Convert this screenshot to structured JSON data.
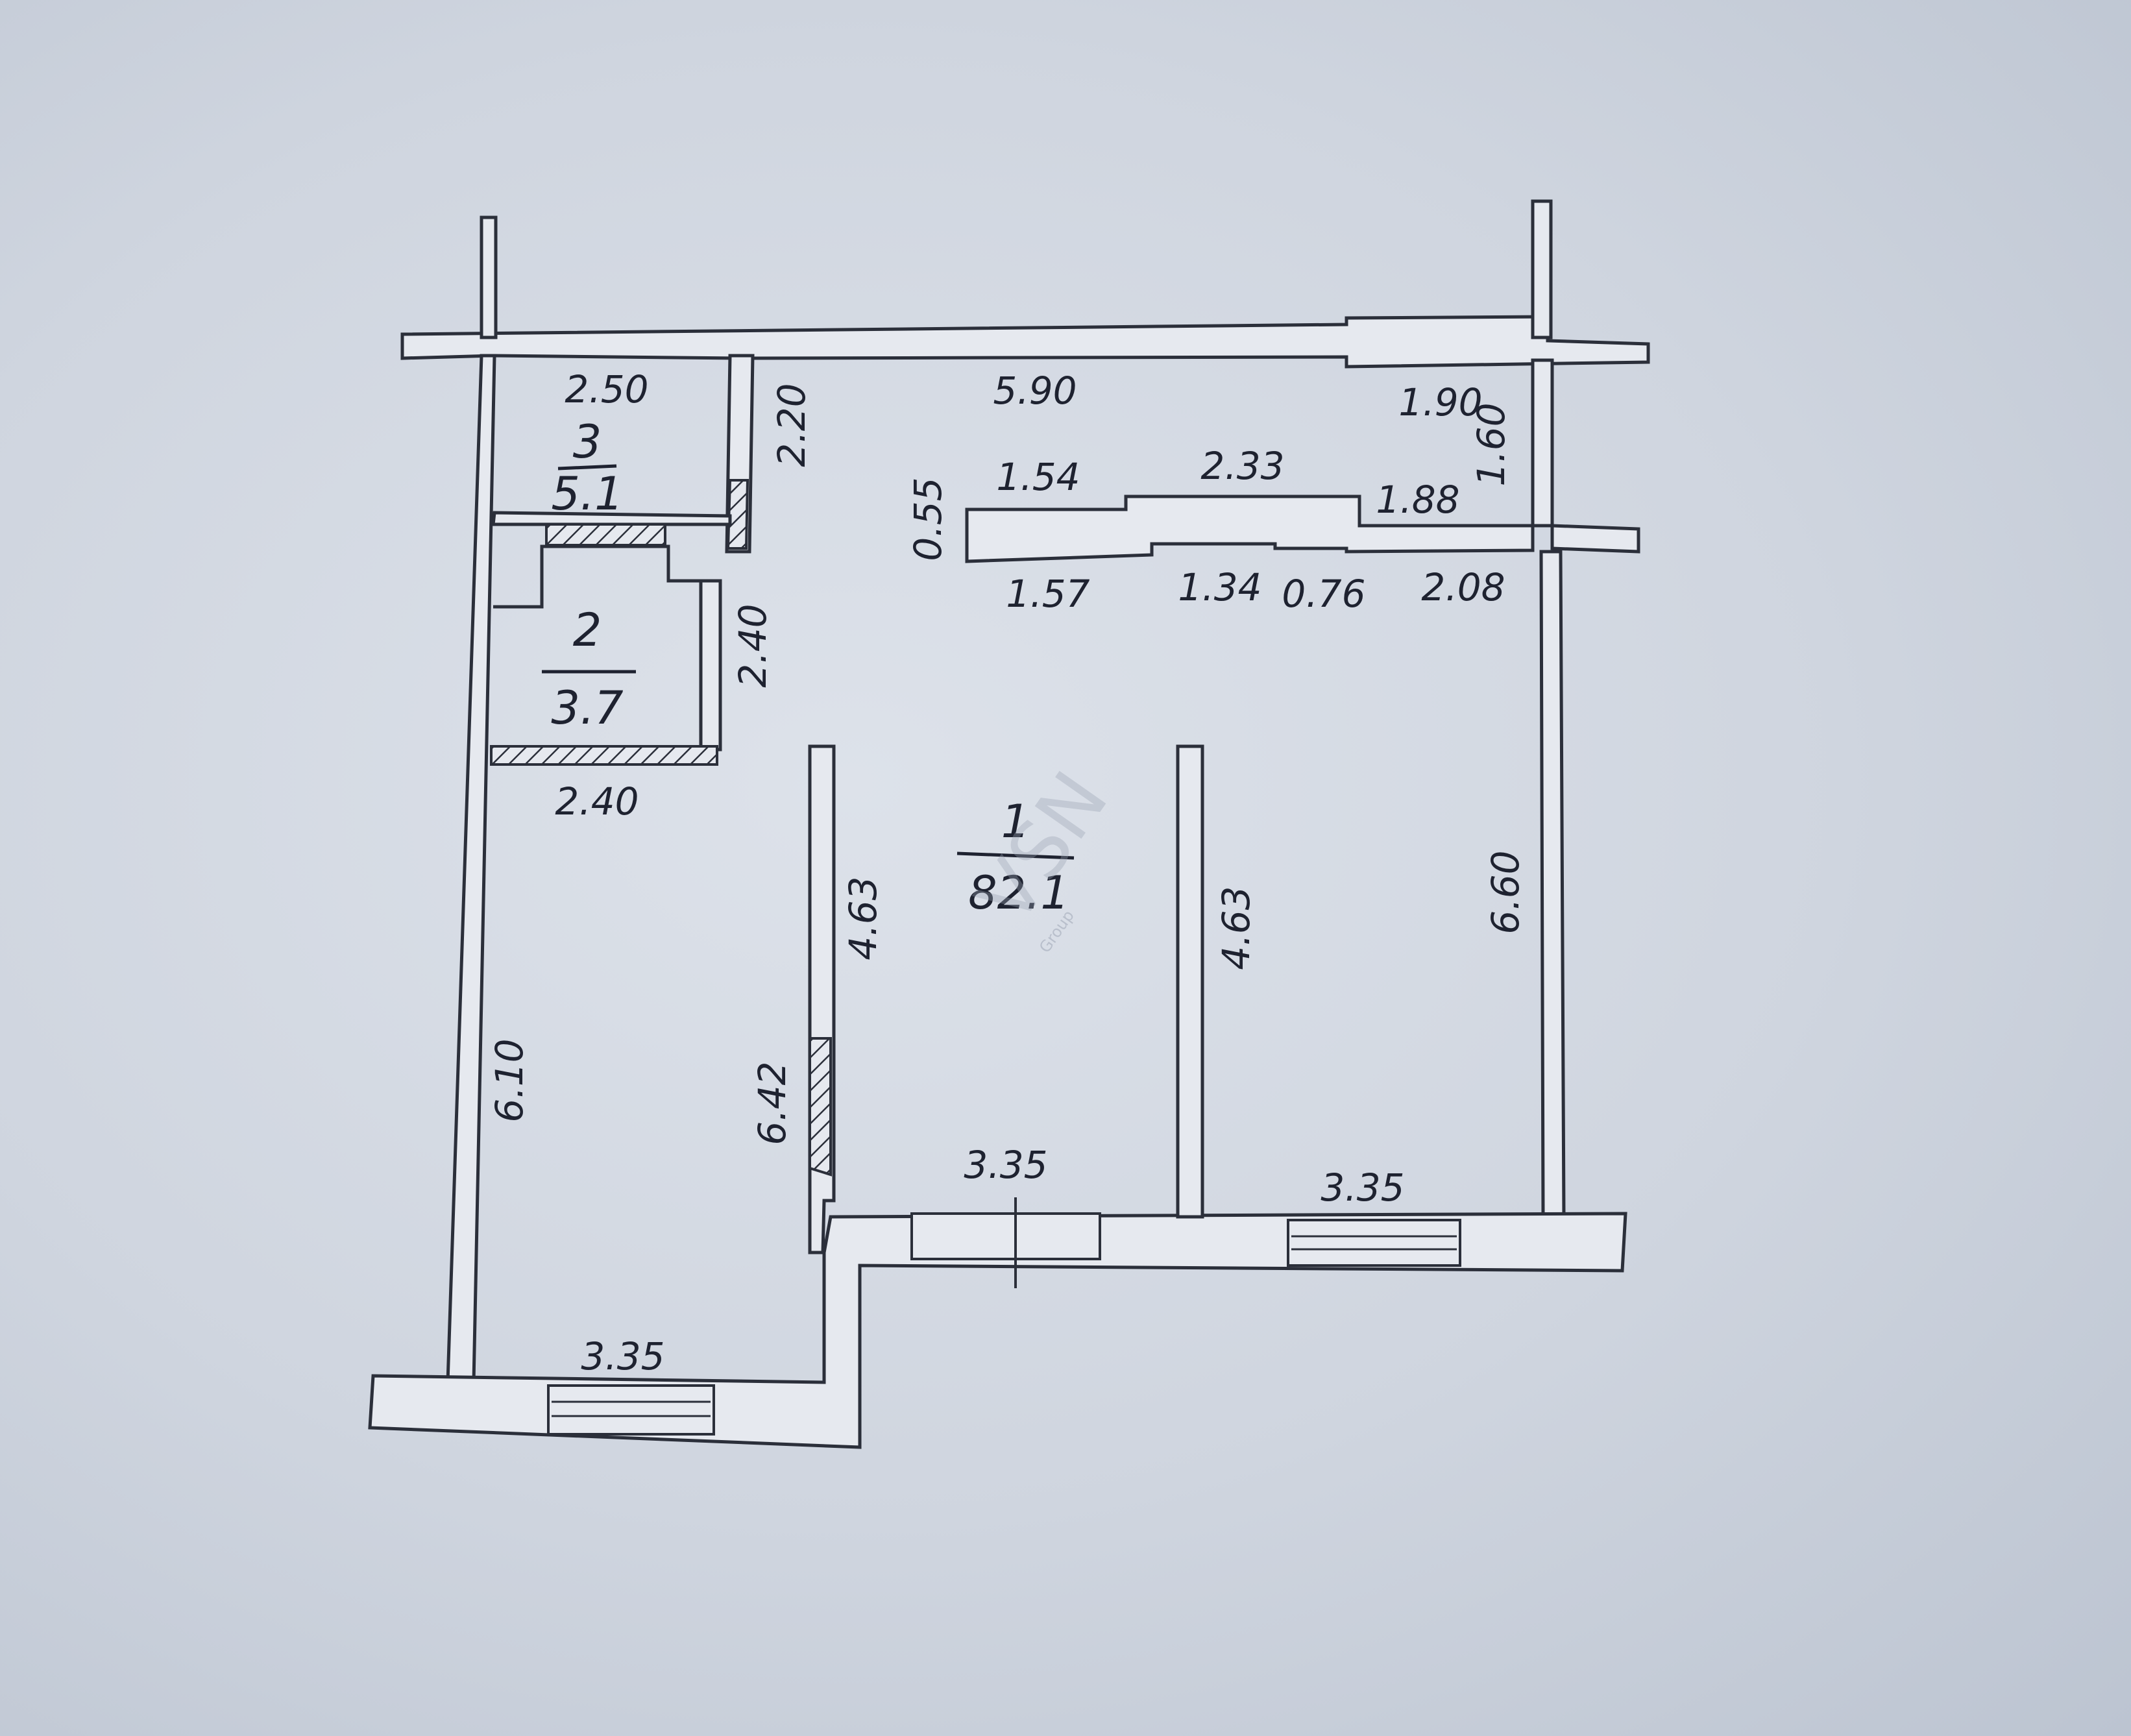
{
  "rooms": [
    {
      "number": "1",
      "area": "82.1"
    },
    {
      "number": "2",
      "area": "3.7"
    },
    {
      "number": "3",
      "area": "5.1"
    }
  ],
  "dimensions": {
    "top_total": "5.90",
    "top_right": "1.90",
    "top_right_vertical": "1.60",
    "room3_width": "2.50",
    "room3_height": "2.20",
    "partition_top_left": "1.54",
    "partition_top_mid": "2.33",
    "partition_top_right": "1.88",
    "partition_thickness": "0.55",
    "partition_bottom_left": "1.57",
    "partition_bottom_mid": "1.34",
    "partition_bottom_small": "0.76",
    "partition_bottom_right": "2.08",
    "room2_height": "2.40",
    "room2_width": "2.40",
    "left_wall": "6.10",
    "inner_left_wall": "6.42",
    "mid_left_wall": "4.63",
    "mid_right_wall": "4.63",
    "right_wall": "6.60",
    "bottom_left": "3.35",
    "bottom_mid": "3.35",
    "bottom_right": "3.35"
  },
  "watermark": {
    "text": "VSN",
    "sub": "Group"
  }
}
